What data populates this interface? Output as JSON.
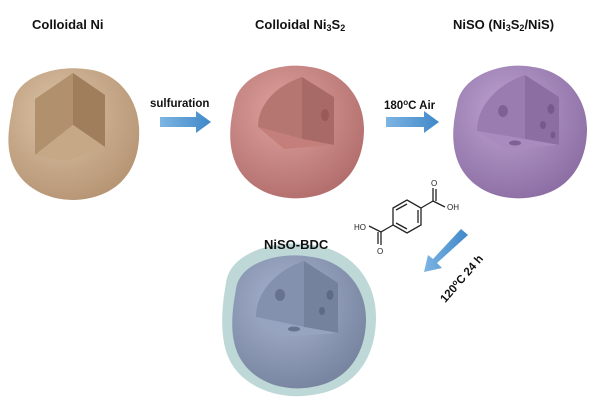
{
  "stages": [
    {
      "id": "ni",
      "name_main": "Colloidal Ni",
      "sub1": "",
      "mid": "",
      "sub2": "",
      "tail": ""
    },
    {
      "id": "ni3s2",
      "name_main": "Colloidal Ni",
      "sub1": "3",
      "mid": "S",
      "sub2": "2",
      "tail": ""
    },
    {
      "id": "niso",
      "name_main": "NiSO (Ni",
      "sub1": "3",
      "mid": "S",
      "sub2": "2",
      "tail": "/NiS)"
    },
    {
      "id": "bdc",
      "name_main": "NiSO-BDC",
      "sub1": "",
      "mid": "",
      "sub2": "",
      "tail": ""
    }
  ],
  "steps": {
    "sulfuration": "sulfuration",
    "air_temp": "180",
    "air_deg": "o",
    "air_rest": "C Air",
    "ligand_temp": "120",
    "ligand_deg": "o",
    "ligand_rest": "C 24 h"
  },
  "molecule": {
    "oh_top": "OH",
    "oh_bottom": "HO",
    "o_label": "O"
  },
  "colors": {
    "ni": "#c8aa88",
    "ni3s2": "#c98784",
    "niso": "#a487b8",
    "bdc_core": "#8e9bb8",
    "bdc_shell": "#bfd8d8",
    "arrow": "#4f97d3"
  }
}
